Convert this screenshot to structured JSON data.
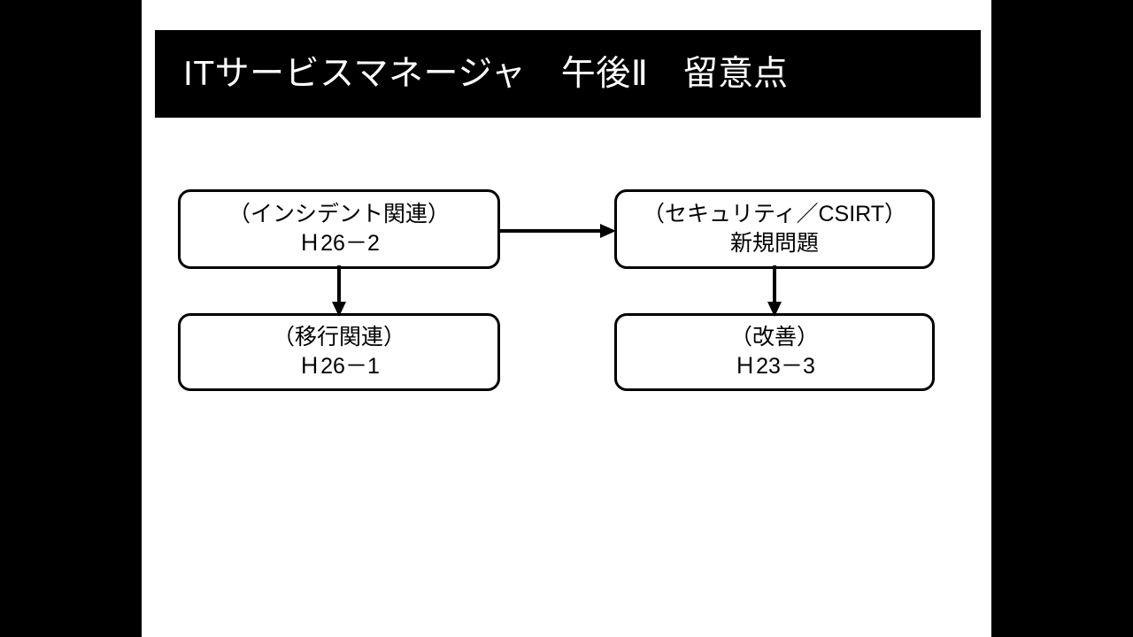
{
  "slide": {
    "title": "ITサービスマネージャ　午後Ⅱ　留意点",
    "background_color": "#ffffff",
    "letterbox_color": "#000000",
    "title_bar_color": "#000000",
    "title_text_color": "#ffffff",
    "shape_stroke_color": "#000000"
  },
  "diagram": {
    "boxes": [
      {
        "id": "incident",
        "line1": "（インシデント関連）",
        "line2": "Ｈ26－2"
      },
      {
        "id": "security",
        "line1": "（セキュリティ／CSIRT）",
        "line2": "新規問題"
      },
      {
        "id": "migration",
        "line1": "（移行関連）",
        "line2": "Ｈ26－1"
      },
      {
        "id": "improve",
        "line1": "（改善）",
        "line2": "Ｈ23－3"
      }
    ],
    "connectors": [
      {
        "id": "incident-to-security",
        "from": "incident",
        "to": "security",
        "direction": "right"
      },
      {
        "id": "incident-to-migration",
        "from": "incident",
        "to": "migration",
        "direction": "down"
      },
      {
        "id": "security-to-improve",
        "from": "security",
        "to": "improve",
        "direction": "down"
      }
    ]
  }
}
